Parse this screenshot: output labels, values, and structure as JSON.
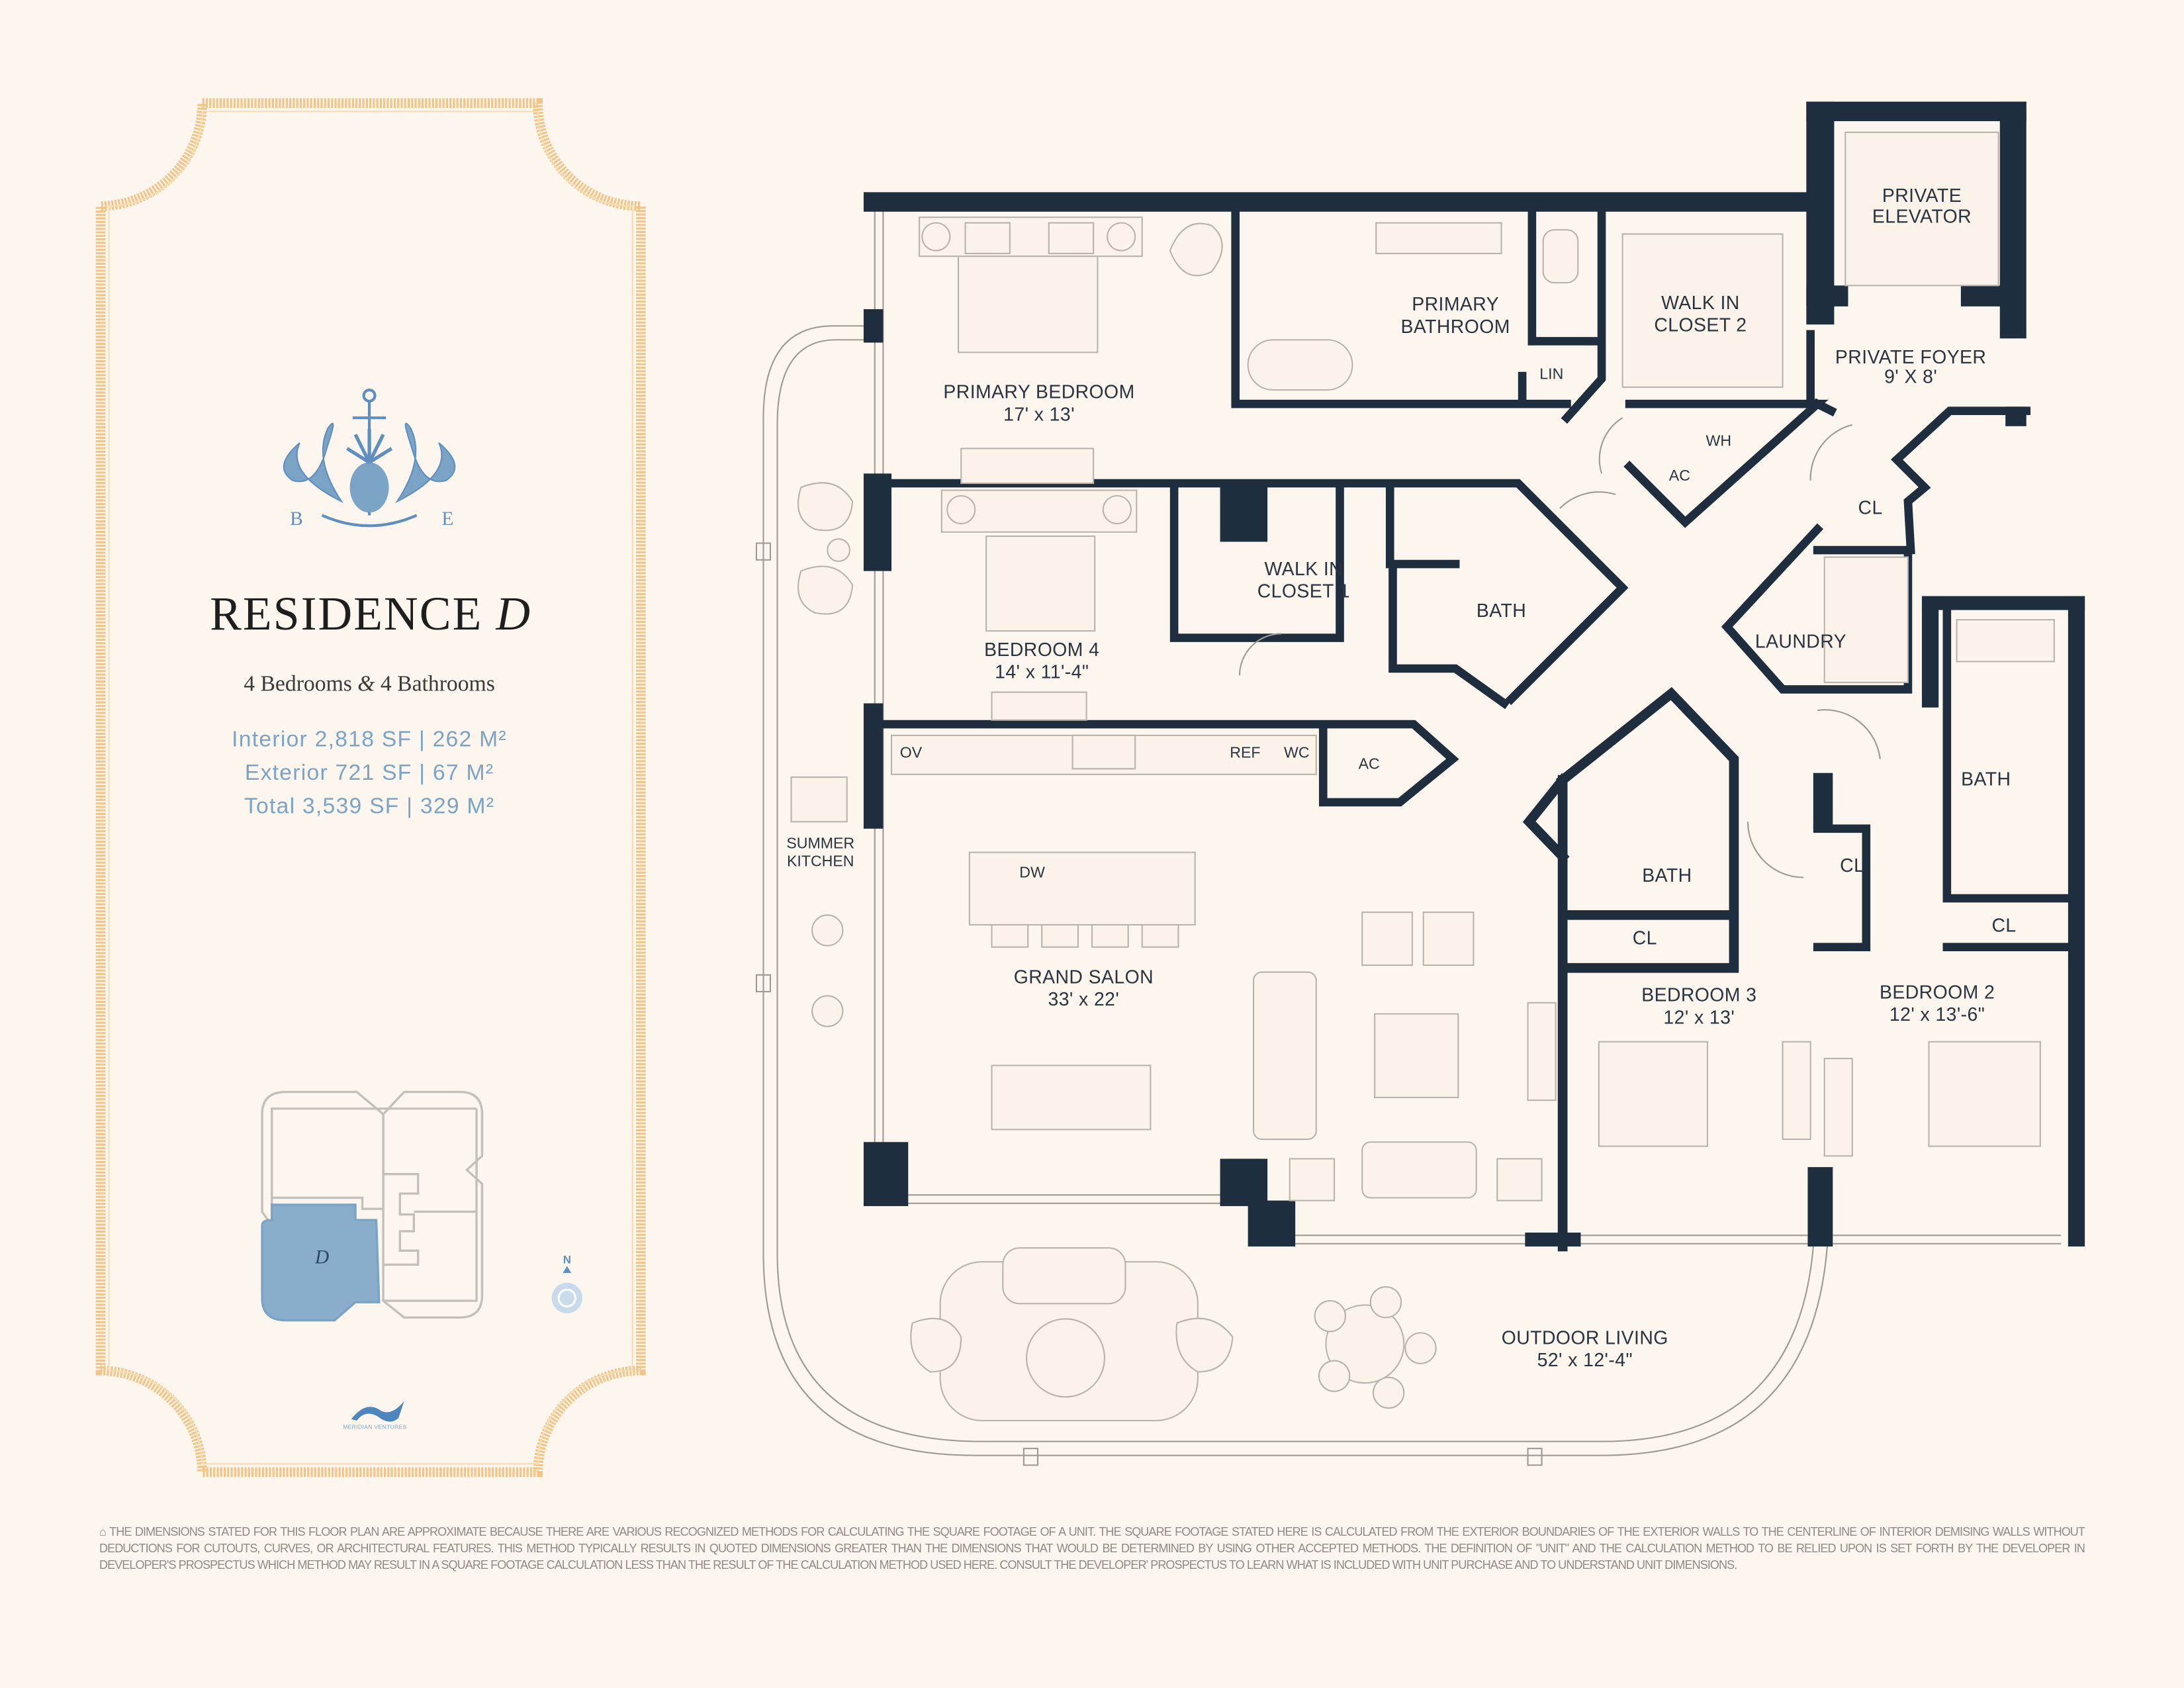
{
  "panel": {
    "logo_letters": [
      "B",
      "E"
    ],
    "title": "RESIDENCE",
    "title_letter": "D",
    "subtitle_bedrooms": "4 Bedrooms",
    "subtitle_amp": "&",
    "subtitle_bathrooms": "4 Bathrooms",
    "areas": [
      {
        "label": "Interior",
        "sf": "2,818 SF",
        "m2": "262 M²"
      },
      {
        "label": "Exterior",
        "sf": "721 SF",
        "m2": "67 M²"
      },
      {
        "label": "Total",
        "sf": "3,539 SF",
        "m2": "329 M²"
      }
    ],
    "keyplan_unit": "D",
    "compass_letter": "N",
    "developer_logo_text": "MERIDIAN VENTURES"
  },
  "rooms": {
    "private_elevator": [
      "PRIVATE",
      "ELEVATOR"
    ],
    "primary_bathroom": [
      "PRIMARY",
      "BATHROOM"
    ],
    "walk_in_closet_2": [
      "WALK IN",
      "CLOSET 2"
    ],
    "private_foyer": [
      "PRIVATE FOYER",
      "9' X 8'"
    ],
    "primary_bedroom": [
      "PRIMARY BEDROOM",
      "17' x 13'"
    ],
    "lin": "LIN",
    "wh": "WH",
    "ac1": "AC",
    "cl_foyer": "CL",
    "walk_in_closet_1": [
      "WALK IN",
      "CLOSET 1"
    ],
    "bath_4": "BATH",
    "laundry": "LAUNDRY",
    "bedroom_4": [
      "BEDROOM 4",
      "14' x 11'-4\""
    ],
    "ov": "OV",
    "ref": "REF",
    "wc": "WC",
    "ac2": "AC",
    "summer_kitchen": [
      "SUMMER",
      "KITCHEN"
    ],
    "bath_2": "BATH",
    "dw": "DW",
    "cl_b2a": "CL",
    "bath_3": "BATH",
    "cl_b2b": "CL",
    "cl_b3": "CL",
    "grand_salon": [
      "GRAND SALON",
      "33' x 22'"
    ],
    "bedroom_3": [
      "BEDROOM 3",
      "12' x 13'"
    ],
    "bedroom_2": [
      "BEDROOM 2",
      "12' x 13'-6\""
    ],
    "outdoor_living": [
      "OUTDOOR LIVING",
      "52' x 12'-4\""
    ]
  },
  "footer": {
    "disclaimer": "THE DIMENSIONS STATED FOR THIS FLOOR PLAN ARE APPROXIMATE BECAUSE THERE ARE VARIOUS RECOGNIZED METHODS FOR CALCULATING THE SQUARE FOOTAGE OF A UNIT. THE SQUARE FOOTAGE STATED HERE IS CALCULATED FROM THE EXTERIOR BOUNDARIES OF THE EXTERIOR WALLS TO THE CENTERLINE OF INTERIOR DEMISING WALLS WITHOUT DEDUCTIONS FOR CUTOUTS, CURVES, OR ARCHITECTURAL FEATURES. THIS METHOD TYPICALLY RESULTS IN QUOTED DIMENSIONS GREATER THAN THE DIMENSIONS THAT WOULD BE DETERMINED BY USING OTHER ACCEPTED METHODS. THE DEFINITION OF \"UNIT\" AND THE CALCULATION METHOD TO BE RELIED UPON IS SET FORTH BY THE DEVELOPER IN DEVELOPER'S PROSPECTUS WHICH METHOD MAY RESULT IN A SQUARE FOOTAGE CALCULATION LESS THAN THE RESULT OF THE CALCULATION METHOD USED HERE. CONSULT THE DEVELOPER' PROSPECTUS TO LEARN WHAT IS INCLUDED WITH UNIT PURCHASE AND TO UNDERSTAND UNIT DIMENSIONS."
  },
  "colors": {
    "background": "#fdf6ef",
    "wall": "#1f2e3e",
    "accent_blue": "#7aa3c6",
    "frame": "#f2c586"
  }
}
